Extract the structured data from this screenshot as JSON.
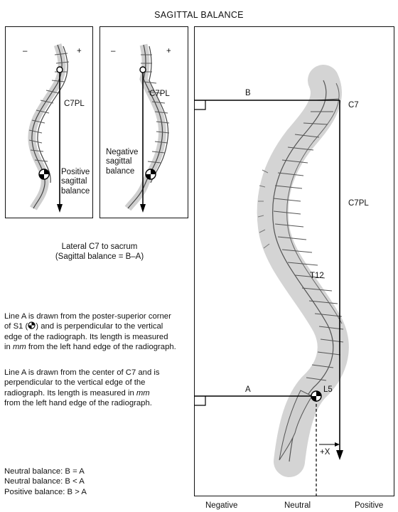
{
  "title": "SAGITTAL BALANCE",
  "left_panel": {
    "minus": "–",
    "plus": "+",
    "c7pl": "C7PL",
    "balance_label": [
      "Positive",
      "sagittal",
      "balance"
    ]
  },
  "middle_panel": {
    "minus": "–",
    "plus": "+",
    "c7pl": "C7PL",
    "balance_label": [
      "Negative",
      "sagittal",
      "balance"
    ]
  },
  "caption": {
    "line1": "Lateral C7 to sacrum",
    "line2": "(Sagittal balance = B–A)"
  },
  "para1": {
    "l1": "Line A is drawn from the poster-superior corner",
    "l2a": "of",
    "l2b": "S1",
    "l2c": "and is perpendicular to the vertical",
    "l3": "edge of the radiograph. Its length is measured",
    "l4a": "in",
    "l4b": "mm",
    "l4c": "from the left hand edge of the radiograph."
  },
  "para2": {
    "l1": "Line A is drawn from the center of C7 and is",
    "l2": "perpendicular to the vertical edge of the",
    "l3a": "radiograph. Its length is measured in",
    "l3b": "mm",
    "l4": "from the left hand edge of the radiograph."
  },
  "balances": [
    "Neutral balance: B = A",
    "Neutral balance: B < A",
    "Positive balance: B > A"
  ],
  "right_panel": {
    "B": "B",
    "A": "A",
    "C7": "C7",
    "C7PL": "C7PL",
    "T12": "T12",
    "L5": "L5",
    "plusX": "+X"
  },
  "bottom_axis": {
    "negative": "Negative",
    "neutral": "Neutral",
    "positive": "Positive"
  }
}
